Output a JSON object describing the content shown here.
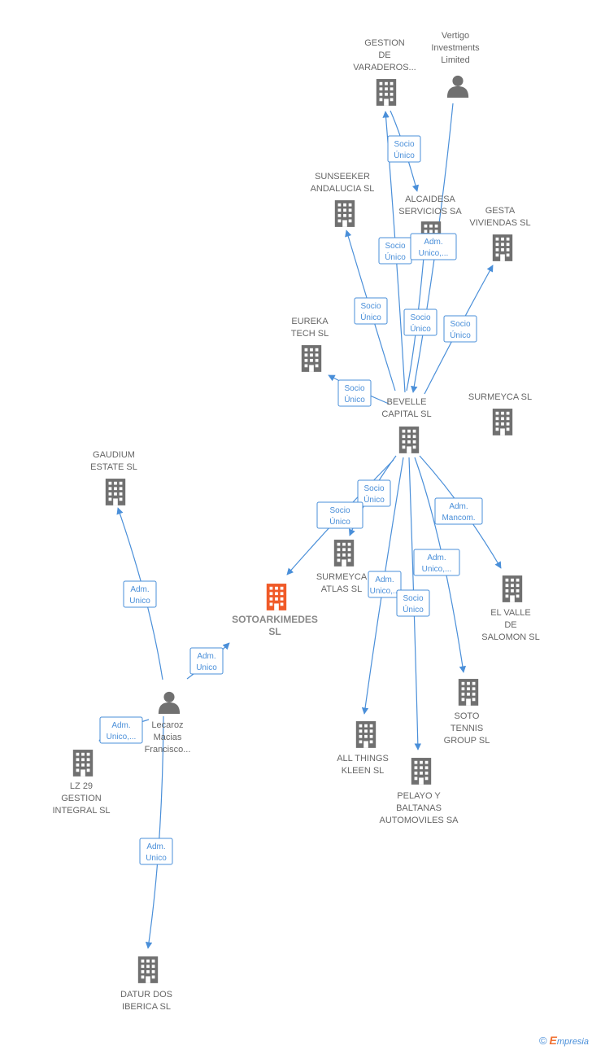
{
  "colors": {
    "edge": "#4a8fd9",
    "node": "#707070",
    "focus_node": "#f05a28"
  },
  "nodes": [
    {
      "id": "gestion",
      "lines": [
        "GESTION",
        "DE",
        "VARADEROS..."
      ],
      "type": "company"
    },
    {
      "id": "vertigo",
      "lines": [
        "Vertigo",
        "Investments",
        "Limited"
      ],
      "type": "person"
    },
    {
      "id": "sunseeker",
      "lines": [
        "SUNSEEKER",
        "ANDALUCIA  SL"
      ],
      "type": "company"
    },
    {
      "id": "alcaidesa",
      "lines": [
        "ALCAIDESA",
        "SERVICIOS SA"
      ],
      "type": "company"
    },
    {
      "id": "gesta",
      "lines": [
        "GESTA",
        "VIVIENDAS  SL"
      ],
      "type": "company"
    },
    {
      "id": "eureka",
      "lines": [
        "EUREKA",
        "TECH  SL"
      ],
      "type": "company"
    },
    {
      "id": "bevelle",
      "lines": [
        "BEVELLE",
        "CAPITAL  SL"
      ],
      "type": "company"
    },
    {
      "id": "surmeyca",
      "lines": [
        "SURMEYCA  SL"
      ],
      "type": "company"
    },
    {
      "id": "gaudium",
      "lines": [
        "GAUDIUM",
        "ESTATE  SL"
      ],
      "type": "company"
    },
    {
      "id": "surmeyca_atlas",
      "lines": [
        "SURMEYCA",
        "ATLAS  SL"
      ],
      "type": "company"
    },
    {
      "id": "sotoarkimedes",
      "lines": [
        "SOTOARKIMEDES",
        "SL"
      ],
      "type": "focus"
    },
    {
      "id": "el_valle",
      "lines": [
        "EL VALLE",
        "DE",
        "SALOMON  SL"
      ],
      "type": "company"
    },
    {
      "id": "lecaroz",
      "lines": [
        "Lecaroz",
        "Macias",
        "Francisco..."
      ],
      "type": "person"
    },
    {
      "id": "soto_tennis",
      "lines": [
        "SOTO",
        "TENNIS",
        "GROUP  SL"
      ],
      "type": "company"
    },
    {
      "id": "lz29",
      "lines": [
        "LZ 29",
        "GESTION",
        "INTEGRAL  SL"
      ],
      "type": "company"
    },
    {
      "id": "all_things",
      "lines": [
        "ALL THINGS",
        "KLEEN  SL"
      ],
      "type": "company"
    },
    {
      "id": "pelayo",
      "lines": [
        "PELAYO Y",
        "BALTANAS",
        "AUTOMOVILES SA"
      ],
      "type": "company"
    },
    {
      "id": "datur",
      "lines": [
        "DATUR DOS",
        "IBERICA  SL"
      ],
      "type": "company"
    }
  ],
  "edges": [
    {
      "id": "e1",
      "lines": [
        "Socio",
        "Único"
      ]
    },
    {
      "id": "e2",
      "lines": [
        "Socio",
        "Único"
      ]
    },
    {
      "id": "e3",
      "lines": [
        "Adm.",
        "Unico,..."
      ]
    },
    {
      "id": "e4",
      "lines": [
        "Socio",
        "Único"
      ]
    },
    {
      "id": "e5",
      "lines": [
        "Socio",
        "Único"
      ]
    },
    {
      "id": "e6",
      "lines": [
        "Socio",
        "Único"
      ]
    },
    {
      "id": "e7",
      "lines": [
        "Socio",
        "Único"
      ]
    },
    {
      "id": "e8",
      "lines": [
        "Socio",
        "Único"
      ]
    },
    {
      "id": "e9",
      "lines": [
        "Socio",
        "Único"
      ]
    },
    {
      "id": "e10",
      "lines": [
        "Adm.",
        "Unico,..."
      ]
    },
    {
      "id": "e11",
      "lines": [
        "Adm.",
        "Mancom."
      ]
    },
    {
      "id": "e12",
      "lines": [
        "Adm.",
        "Unico,..."
      ]
    },
    {
      "id": "e13",
      "lines": [
        "Adm.",
        "Unico"
      ]
    },
    {
      "id": "e14",
      "lines": [
        "Socio",
        "Único"
      ]
    },
    {
      "id": "e15",
      "lines": [
        "Adm.",
        "Unico"
      ]
    },
    {
      "id": "e16",
      "lines": [
        "Adm.",
        "Unico"
      ]
    },
    {
      "id": "e17",
      "lines": [
        "Adm.",
        "Unico,..."
      ]
    },
    {
      "id": "e18",
      "lines": [
        "Adm.",
        "Unico"
      ]
    }
  ],
  "footer": {
    "copyright": "©",
    "brand_first": "E",
    "brand_rest": "mpresia"
  }
}
